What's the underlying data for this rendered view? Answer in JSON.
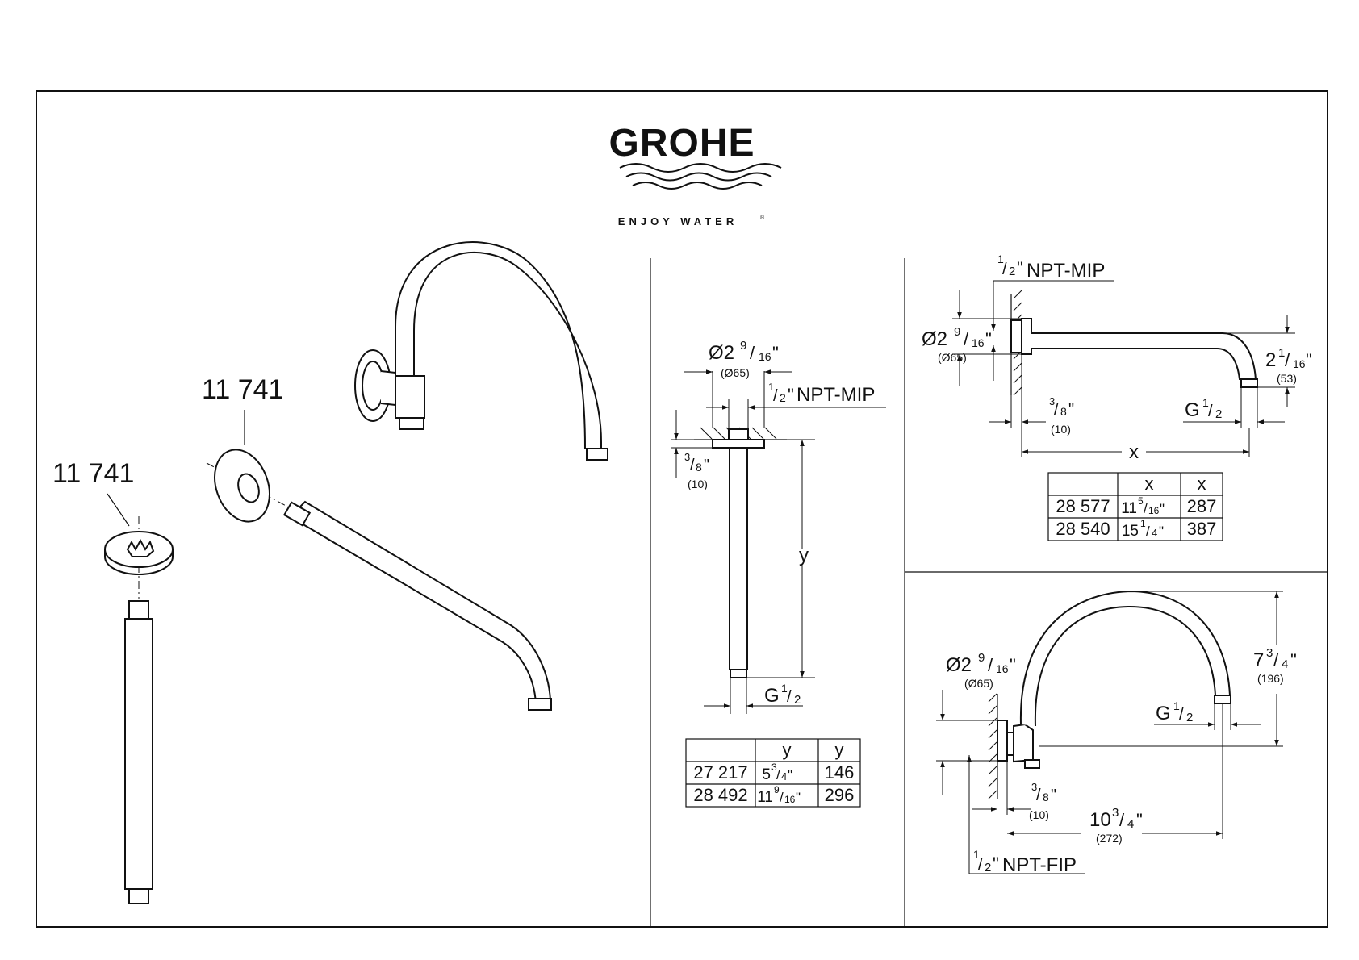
{
  "brand": {
    "name": "GROHE",
    "tagline": "ENJOY WATER",
    "registered_mark": "®"
  },
  "exploded_view": {
    "part_label_flange": "11 741",
    "part_label_ceiling_flange": "11 741"
  },
  "ceiling_arm": {
    "flange_dim": {
      "whole": "Ø2",
      "num": "9",
      "den": "16",
      "unit": "\"",
      "metric": "(Ø65)"
    },
    "thread_dim": {
      "num": "1",
      "den": "2",
      "unit": "\"",
      "label": "NPT-MIP"
    },
    "offset_dim": {
      "num": "3",
      "den": "8",
      "unit": "\"",
      "metric": "(10)"
    },
    "length_label": "y",
    "outlet_dim": {
      "prefix": "G",
      "num": "1",
      "den": "2"
    },
    "table": {
      "headers": [
        "",
        "y",
        "y"
      ],
      "rows": [
        {
          "code": "27 217",
          "imperial_whole": "5",
          "imperial_num": "3",
          "imperial_den": "4",
          "imperial_unit": "\"",
          "metric": "146"
        },
        {
          "code": "28 492",
          "imperial_whole": "11",
          "imperial_num": "9",
          "imperial_den": "16",
          "imperial_unit": "\"",
          "metric": "296"
        }
      ]
    }
  },
  "wall_arm": {
    "thread_dim": {
      "num": "1",
      "den": "2",
      "unit": "\"",
      "label": "NPT-MIP"
    },
    "flange_dim": {
      "whole": "Ø2",
      "num": "9",
      "den": "16",
      "unit": "\"",
      "metric": "(Ø65)"
    },
    "drop_dim": {
      "whole": "2",
      "num": "1",
      "den": "16",
      "unit": "\"",
      "metric": "(53)"
    },
    "offset_dim": {
      "num": "3",
      "den": "8",
      "unit": "\"",
      "metric": "(10)"
    },
    "outlet_dim": {
      "prefix": "G",
      "num": "1",
      "den": "2"
    },
    "length_label": "x",
    "table": {
      "headers": [
        "",
        "x",
        "x"
      ],
      "rows": [
        {
          "code": "28 577",
          "imperial_whole": "11",
          "imperial_num": "5",
          "imperial_den": "16",
          "imperial_unit": "\"",
          "metric": "287"
        },
        {
          "code": "28 540",
          "imperial_whole": "15",
          "imperial_num": "1",
          "imperial_den": "4",
          "imperial_unit": "\"",
          "metric": "387"
        }
      ]
    }
  },
  "gooseneck_arm": {
    "flange_dim": {
      "whole": "Ø2",
      "num": "9",
      "den": "16",
      "unit": "\"",
      "metric": "(Ø65)"
    },
    "height_dim": {
      "whole": "7",
      "num": "3",
      "den": "4",
      "unit": "\"",
      "metric": "(196)"
    },
    "outlet_dim": {
      "prefix": "G",
      "num": "1",
      "den": "2"
    },
    "offset_dim": {
      "num": "3",
      "den": "8",
      "unit": "\"",
      "metric": "(10)"
    },
    "reach_dim": {
      "whole": "10",
      "num": "3",
      "den": "4",
      "unit": "\"",
      "metric": "(272)"
    },
    "thread_dim": {
      "num": "1",
      "den": "2",
      "unit": "\"",
      "label": "NPT-FIP"
    }
  }
}
